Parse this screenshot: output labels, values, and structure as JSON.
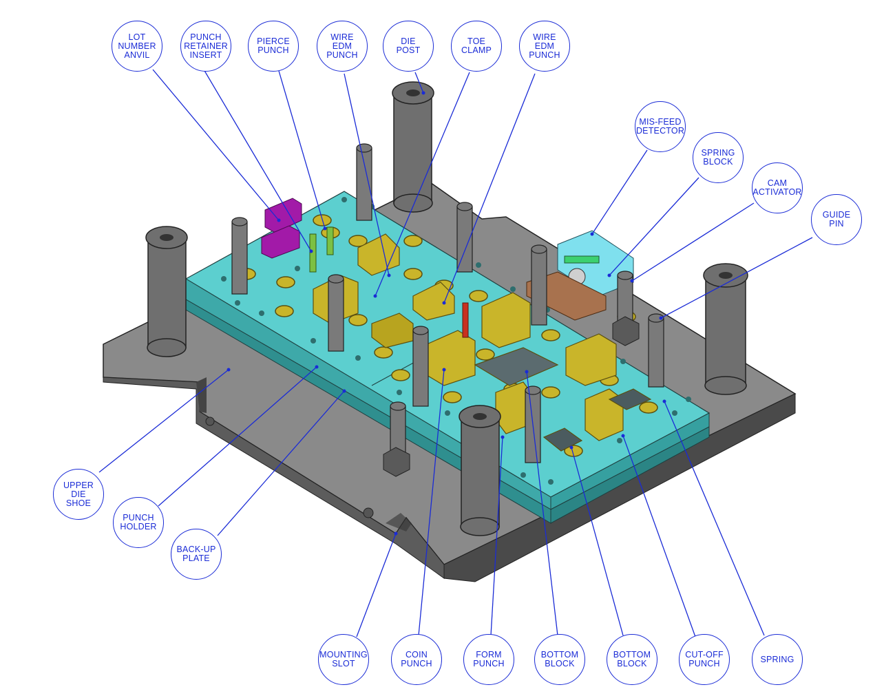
{
  "colors": {
    "leader": "#1a2bd6",
    "shoe": "#7f7f7f",
    "plate": "#52c7c7",
    "component": "#c9b52a",
    "post": "#6f6f6f",
    "anvil": "#a21aa8",
    "misfeed": "#7fe0ee",
    "spring_block": "#a8724e"
  },
  "callouts": [
    {
      "id": "lot-number-anvil",
      "text": "LOT\nNUMBER\nANVIL"
    },
    {
      "id": "punch-retainer-insert",
      "text": "PUNCH\nRETAINER\nINSERT"
    },
    {
      "id": "pierce-punch",
      "text": "PIERCE\nPUNCH"
    },
    {
      "id": "wire-edm-punch-1",
      "text": "WIRE\nEDM\nPUNCH"
    },
    {
      "id": "die-post",
      "text": "DIE\nPOST"
    },
    {
      "id": "toe-clamp",
      "text": "TOE\nCLAMP"
    },
    {
      "id": "wire-edm-punch-2",
      "text": "WIRE\nEDM\nPUNCH"
    },
    {
      "id": "mis-feed-detector",
      "text": "MIS-FEED\nDETECTOR"
    },
    {
      "id": "spring-block",
      "text": "SPRING\nBLOCK"
    },
    {
      "id": "cam-activator",
      "text": "CAM\nACTIVATOR"
    },
    {
      "id": "guide-pin",
      "text": "GUIDE\nPIN"
    },
    {
      "id": "upper-die-shoe",
      "text": "UPPER\nDIE\nSHOE"
    },
    {
      "id": "punch-holder",
      "text": "PUNCH\nHOLDER"
    },
    {
      "id": "back-up-plate",
      "text": "BACK-UP\nPLATE"
    },
    {
      "id": "mounting-slot",
      "text": "MOUNTING\nSLOT"
    },
    {
      "id": "coin-punch",
      "text": "COIN\nPUNCH"
    },
    {
      "id": "form-punch",
      "text": "FORM\nPUNCH"
    },
    {
      "id": "bottom-block-1",
      "text": "BOTTOM\nBLOCK"
    },
    {
      "id": "bottom-block-2",
      "text": "BOTTOM\nBLOCK"
    },
    {
      "id": "cut-off-punch",
      "text": "CUT-OFF\nPUNCH"
    },
    {
      "id": "spring",
      "text": "SPRING"
    }
  ]
}
